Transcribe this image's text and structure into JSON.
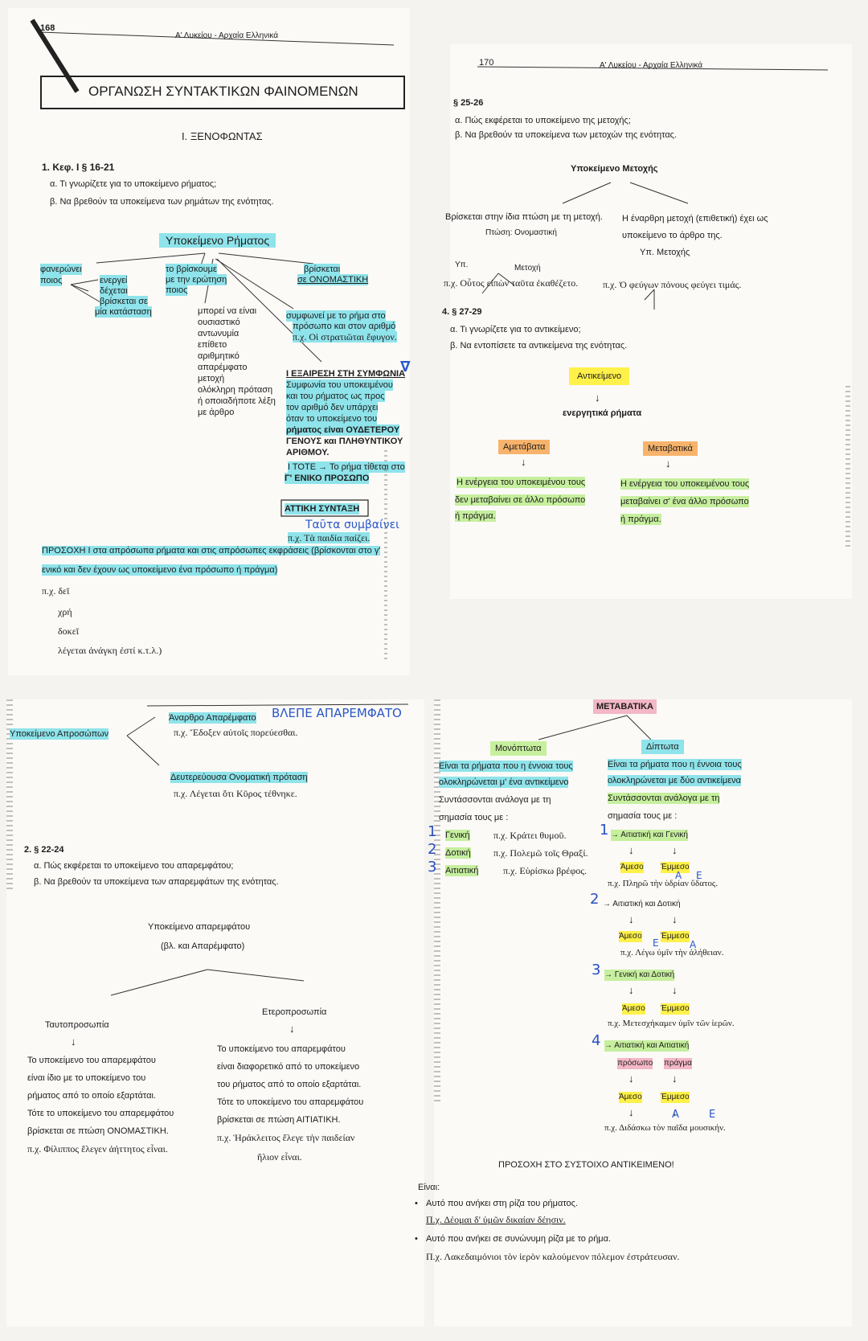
{
  "p168": {
    "page_no": "168",
    "header": "Α' Λυκείου - Αρχαία Ελληνικά",
    "title": "ΟΡΓΑΝΩΣΗ ΣΥΝΤΑΚΤΙΚΩΝ ΦΑΙΝΟΜΕΝΩΝ",
    "section": "Ι. ΞΕΝΟΦΩΝΤΑΣ",
    "q_head": "1. Κεφ. Ι § 16-21",
    "q_a": "α. Τι γνωρίζετε για το υποκείμενο ρήματος;",
    "q_b": "β. Να βρεθούν τα υποκείμενα των ρημάτων της ενότητας.",
    "center": "Υποκείμενο Ρήματος",
    "left_1": "φανερώνει",
    "left_2": "ποιος",
    "left_items": [
      "ενεργεί",
      "δέχεται",
      "βρίσκεται σε",
      "μία κατάσταση"
    ],
    "mid_1": "το βρίσκουμε",
    "mid_2": "με την ερώτηση",
    "mid_3": "ποιος",
    "right_1": "βρίσκεται",
    "right_2": "σε ΟΝΟΜΑΣΤΙΚΗ",
    "can_be": [
      "μπορεί να είναι",
      "ουσιαστικό",
      "αντωνυμία",
      "επίθετο",
      "αριθμητικό",
      "απαρέμφατο",
      "μετοχή",
      "ολόκληρη πρόταση",
      "ή οποιαδήποτε λέξη",
      "με άρθρο"
    ],
    "agree": [
      "συμφωνεί με το ρήμα στο",
      "πρόσωπο και στον αριθμό"
    ],
    "agree_ex": "π.χ. Οἱ στρατιῶται ἔφυγον.",
    "exc_title": "Ι ΕΞΑΙΡΕΣΗ ΣΤΗ ΣΥΜΦΩΝΙΑ",
    "exc_mark": "∇",
    "exc_lines": [
      "Συμφωνία του υποκειμένου",
      "και του ρήματος ως προς",
      "τον αριθμό δεν υπάρχει",
      "όταν το υποκείμενο του",
      "ρήματος είναι ΟΥΔΕΤΕΡΟΥ",
      "ΓΕΝΟΥΣ και ΠΛΗΘΥΝΤΙΚΟΥ",
      "ΑΡΙΘΜΟΥ."
    ],
    "tote": "Ι ΤΟΤΕ → Το ρήμα τίθεται στο",
    "tote_2": "Γ' ΕΝΙΚΟ ΠΡΟΣΩΠΟ",
    "attic": "ΑΤΤΙΚΗ ΣΥΝΤΑΞΗ",
    "attic_hand": "Ταῦτα συμβαίνει",
    "attic_ex": "π.χ. Τὰ παιδία παίζει.",
    "attention_1": "ΠΡΟΣΟΧΗ Ι στα απρόσωπα ρήματα και στις απρόσωπες εκφράσεις (βρίσκονται στο γ'",
    "attention_2": "ενικό και δεν έχουν ως υποκείμενο ένα πρόσωπο ή πράγμα)",
    "ex_list": [
      "π.χ. δεῖ",
      "χρή",
      "δοκεῖ",
      "λέγεται      ἀνάγκη ἐστί κ.τ.λ.)"
    ]
  },
  "p170": {
    "page_no": "170",
    "header": "Α' Λυκείου - Αρχαία Ελληνικά",
    "sec": "§ 25-26",
    "q_a": "α. Πώς εκφέρεται το υποκείμενο της μετοχής;",
    "q_b": "β. Να βρεθούν τα υποκείμενα των μετοχών της ενότητας.",
    "center": "Υποκείμενο Μετοχής",
    "left_1": "Βρίσκεται στην ίδια πτώση με τη μετοχή.",
    "left_2": "Πτώση: Ονομαστική",
    "left_yp": "Υπ.",
    "left_met": "Μετοχή",
    "left_ex": "π.χ. Οὗτος εἰπὼν ταῦτα ἐκαθέζετο.",
    "right_1": "Η έναρθρη μετοχή (επιθετική) έχει ως",
    "right_2": "υποκείμενο το άρθρο της.",
    "right_3": "Υπ.  Μετοχής",
    "right_ex": "π.χ. Ὁ φεύγων πόνους φεύγει τιμάς.",
    "q4": "4. § 27-29",
    "q4_a": "α. Τι γνωρίζετε για το αντικείμενο;",
    "q4_b": "β. Να εντοπίσετε τα αντικείμενα της ενότητας.",
    "obj": "Αντικείμενο",
    "active": "ενεργητικά ρήματα",
    "intrans": "Αμετάβατα",
    "trans": "Μεταβατικά",
    "intrans_desc": [
      "Η ενέργεια του υποκειμένου τους",
      "δεν μεταβαίνει σε άλλο πρόσωπο",
      "ή πράγμα."
    ],
    "trans_desc": [
      "Η ενέργεια του υποκειμένου τους",
      "μεταβαίνει σ' ένα άλλο πρόσωπο",
      "ή πράγμα."
    ]
  },
  "p3": {
    "center": "Υποκείμενο Απροσώπων",
    "top": "Άναρθρο Απαρέμφατο",
    "top_hand": "ΒΛΕΠΕ ΑΠΑΡΕΜΦΑΤΟ",
    "top_ex": "π.χ. Ἔδοξεν αὐτοῖς πορεύεσθαι.",
    "bottom": "Δευτερεύουσα Ονοματική πρόταση",
    "bottom_ex": "π.χ. Λέγεται ὅτι Κῦρος τέθνηκε.",
    "q": "2. § 22-24",
    "q_a": "α. Πώς εκφέρεται το υποκείμενο του απαρεμφάτου;",
    "q_b": "β. Να βρεθούν τα υποκείμενα των απαρεμφάτων της ενότητας.",
    "inf_title": "Υποκείμενο απαρεμφάτου",
    "inf_sub": "(βλ. και Απαρέμφατο)",
    "same": "Ταυτοπροσωπία",
    "diff": "Ετεροπροσωπία",
    "same_desc": [
      "Το υποκείμενο του απαρεμφάτου",
      "είναι ίδιο με το υποκείμενο του",
      "ρήματος από το οποίο εξαρτάται.",
      "Τότε το υποκείμενο του απαρεμφάτου",
      "βρίσκεται σε πτώση ΟΝΟΜΑΣΤΙΚΗ.",
      "π.χ. Φίλιππος ἔλεγεν ἀήττητος εἶναι."
    ],
    "diff_desc": [
      "Το υποκείμενο του απαρεμφάτου",
      "είναι διαφορετικό από το υποκείμενο",
      "του ρήματος από το οποίο εξαρτάται.",
      "Τότε το υποκείμενο του απαρεμφάτου",
      "βρίσκεται σε πτώση ΑΙΤΙΑΤΙΚΗ.",
      "π.χ. Ἡράκλειτος ἔλεγε τὴν παιδείαν",
      "ἥλιον εἶναι."
    ]
  },
  "p4": {
    "title": "ΜΕΤΑΒΑΤΙΚΑ",
    "mono": "Μονόπτωτα",
    "dipt": "Δίπτωτα",
    "mono_desc": [
      "Είναι τα ρήματα που η έννοια τους",
      "ολοκληρώνεται μ' ένα αντικείμενο",
      "Συντάσσονται ανάλογα με τη",
      "σημασία τους με :"
    ],
    "mono_items": [
      {
        "n": "1",
        "case": "Γενική",
        "ex": "π.χ. Κράτει θυμοῦ."
      },
      {
        "n": "2",
        "case": "Δοτική",
        "ex": "π.χ. Πολεμῶ τοῖς Θραξί."
      },
      {
        "n": "3",
        "case": "Αιτιατική",
        "ex": "π.χ. Εὑρίσκω βρέφος."
      }
    ],
    "dipt_desc": [
      "Είναι τα ρήματα που η έννοια τους",
      "ολοκληρώνεται με δύο αντικείμενα",
      "Συντάσσονται ανάλογα με τη",
      "σημασία τους με :"
    ],
    "d1": "→ Αιτιατική και Γενική",
    "d1_ex": "π.χ. Πληρῶ τὴν ὑδρίαν ὕδατος.",
    "d2": "→ Αιτιατική και Δοτική",
    "d2_ex": "π.χ. Λέγω ὑμῖν τὴν ἀλήθειαν.",
    "d3": "→ Γενική και Δοτική",
    "d3_ex": "π.χ. Μετεσχήκαμεν ὑμῖν τῶν ἱερῶν.",
    "d4": "→ Αιτιατική και Αιτιατική",
    "d4_sub_a": "πρόσωπο",
    "d4_sub_b": "πράγμα",
    "d4_ex": "π.χ. Διδάσκω τὸν παῖδα μουσικήν.",
    "nums": [
      "1",
      "2",
      "3",
      "4"
    ],
    "direct": "Άμεσο",
    "indirect": "Έμμεσο",
    "hand_a": "A",
    "hand_e": "E",
    "warn": "ΠΡΟΣΟΧΗ ΣΤΟ ΣΥΣΤΟΙΧΟ ΑΝΤΙΚΕΙΜΕΝΟ!",
    "are": "Είναι:",
    "w1": "Αυτό που ανήκει στη ρίζα του ρήματος.",
    "w1_ex": "Π.χ. Δέομαι δ' ὑμῶν δικαίαν δέησιν.",
    "w2": "Αυτό που ανήκει σε συνώνυμη ρίζα με το ρήμα.",
    "w2_ex": "Π.χ. Λακεδαιμόνιοι τὸν ἱερὸν καλούμενον πόλεμον ἐστράτευσαν.",
    "bullet": "•",
    "arrow": "↓"
  }
}
